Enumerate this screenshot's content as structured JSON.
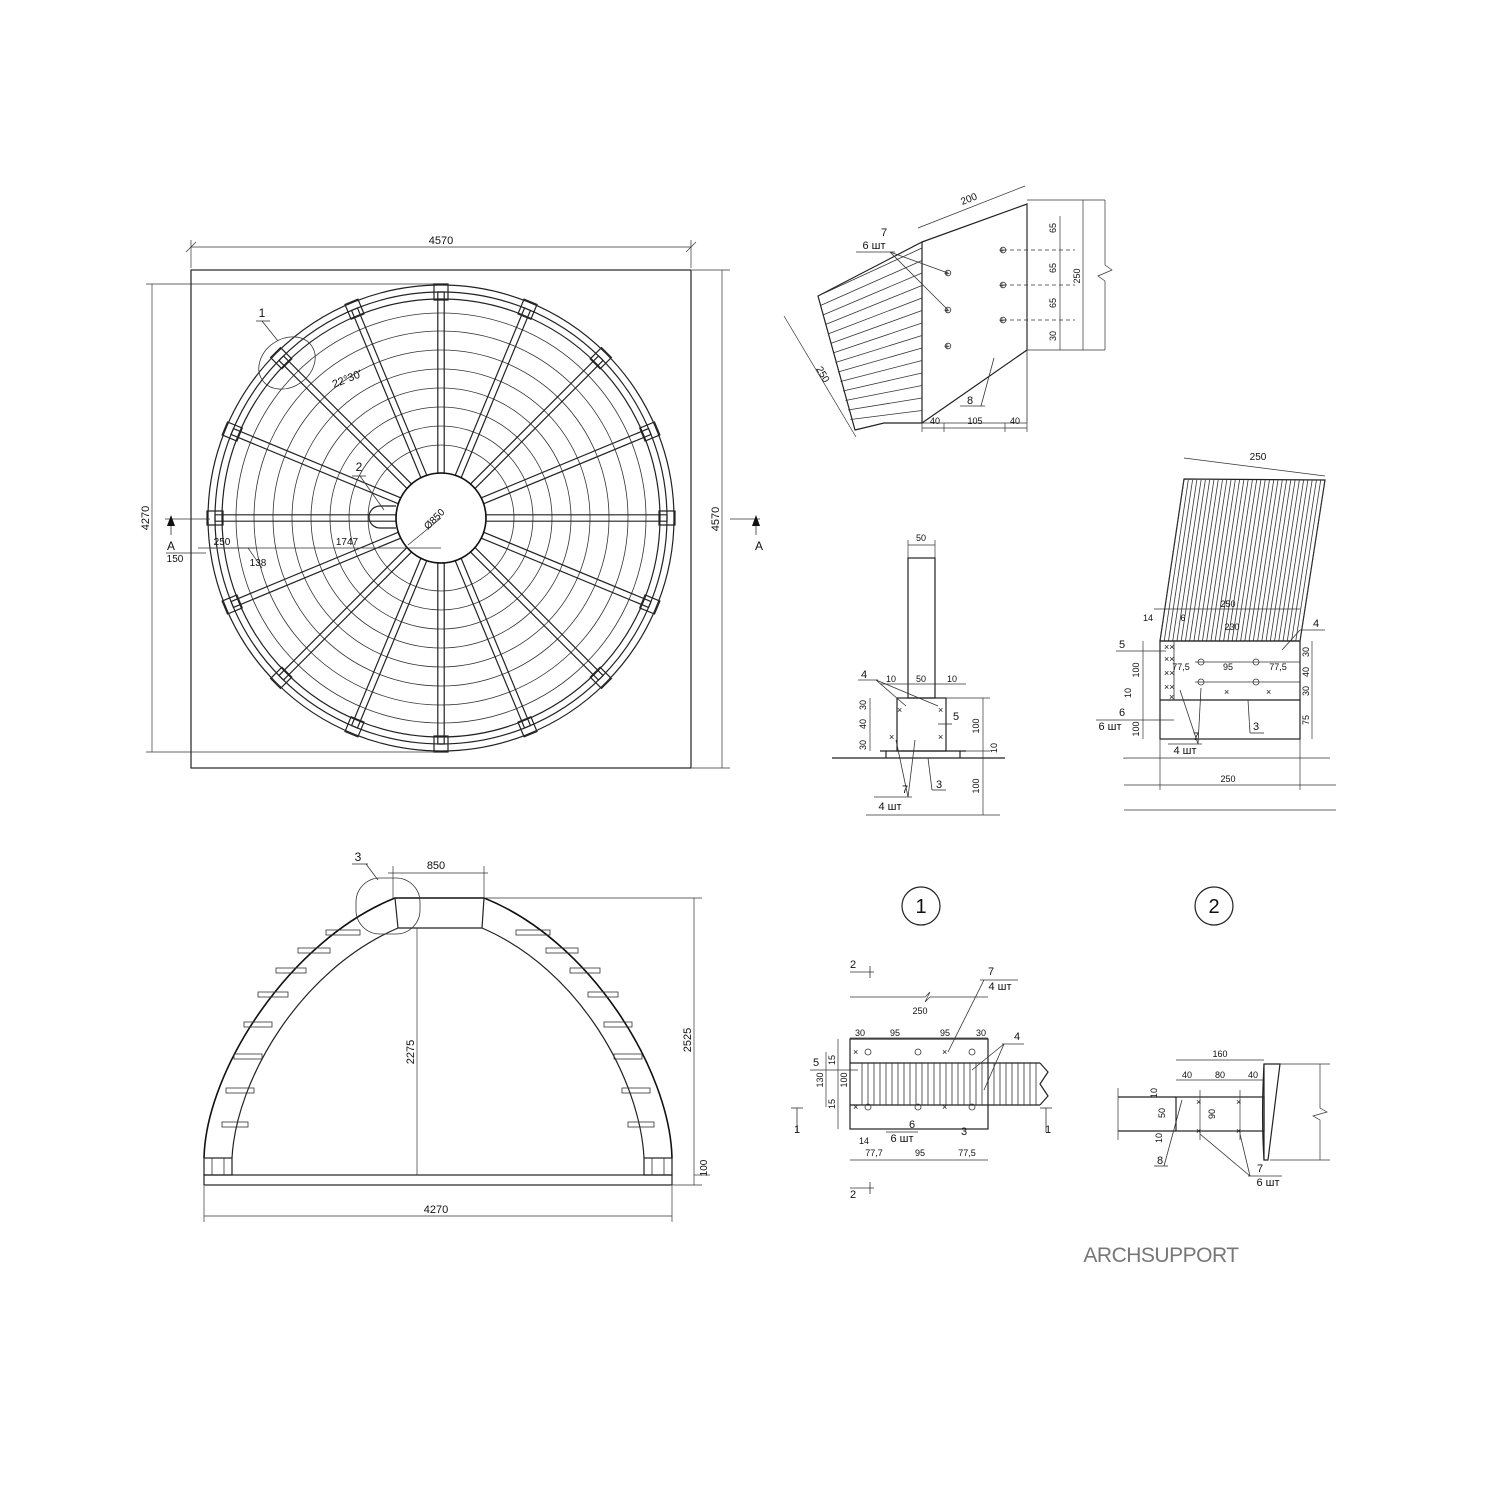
{
  "plan": {
    "width_top": "4570",
    "height_left": "4270",
    "height_right": "4570",
    "section_mark_left": "A",
    "section_mark_right": "A",
    "angle": "22°30'",
    "diameter": "Ø850",
    "radius": "1747",
    "dim_250": "250",
    "dim_150": "150",
    "dim_138": "138",
    "callout_1": "1",
    "callout_2": "2"
  },
  "section": {
    "top_width": "850",
    "inner_height": "2275",
    "outer_height": "2525",
    "base_thickness": "100",
    "base_width": "4270",
    "callout_3": "3"
  },
  "detail_top": {
    "dim_200": "200",
    "dim_250_diag": "250",
    "dim_250_right": "250",
    "right_dims": [
      "65",
      "65",
      "65",
      "30"
    ],
    "bottom_dims": [
      "40",
      "105",
      "40"
    ],
    "callout_7": "7",
    "qty_6": "6 шт",
    "callout_8": "8"
  },
  "detail_1": {
    "label": "1",
    "top_width": "50",
    "dims_top": [
      "10",
      "50",
      "10"
    ],
    "left_dims": [
      "30",
      "40",
      "30"
    ],
    "right_dims": [
      "100",
      "10",
      "100"
    ],
    "callout_4": "4",
    "callout_5": "5",
    "callout_3": "3",
    "callout_7": "7",
    "qty": "4 шт"
  },
  "detail_2": {
    "label": "2",
    "top_dim": "250",
    "dims_a": [
      "250",
      "230"
    ],
    "dim_14": "14",
    "dim_6": "6",
    "inner_dims": [
      "77,5",
      "95",
      "77,5"
    ],
    "right_dims": [
      "30",
      "40",
      "30",
      "75"
    ],
    "left_dims": [
      "100",
      "10",
      "100"
    ],
    "bottom_dim": "250",
    "callout_4": "4",
    "callout_5": "5",
    "callout_6": "6",
    "qty_6": "6 шт",
    "callout_7": "7",
    "qty_4": "4 шт",
    "callout_3": "3"
  },
  "section_1_1": {
    "mark": "2",
    "mark_bottom": "2",
    "side_mark_left": "1",
    "side_mark_right": "1",
    "top_dim": "250",
    "row_dims": [
      "30",
      "95",
      "95",
      "30"
    ],
    "bottom_dims": [
      "77,7",
      "95",
      "77,5"
    ],
    "left_dims": [
      "15",
      "100",
      "15"
    ],
    "left_total": "130",
    "dim_14": "14",
    "callout_7": "7",
    "qty_7": "4 шт",
    "callout_4": "4",
    "callout_5": "5",
    "callout_6": "6",
    "qty_6": "6 шт",
    "callout_3": "3"
  },
  "section_2_2": {
    "top_dim": "160",
    "row_dims": [
      "40",
      "80",
      "40"
    ],
    "left_dims": [
      "10",
      "50",
      "10"
    ],
    "height_dim": "90",
    "callout_8": "8",
    "callout_7": "7",
    "qty": "6 шт"
  },
  "brand": "ARCHSUPPORT"
}
